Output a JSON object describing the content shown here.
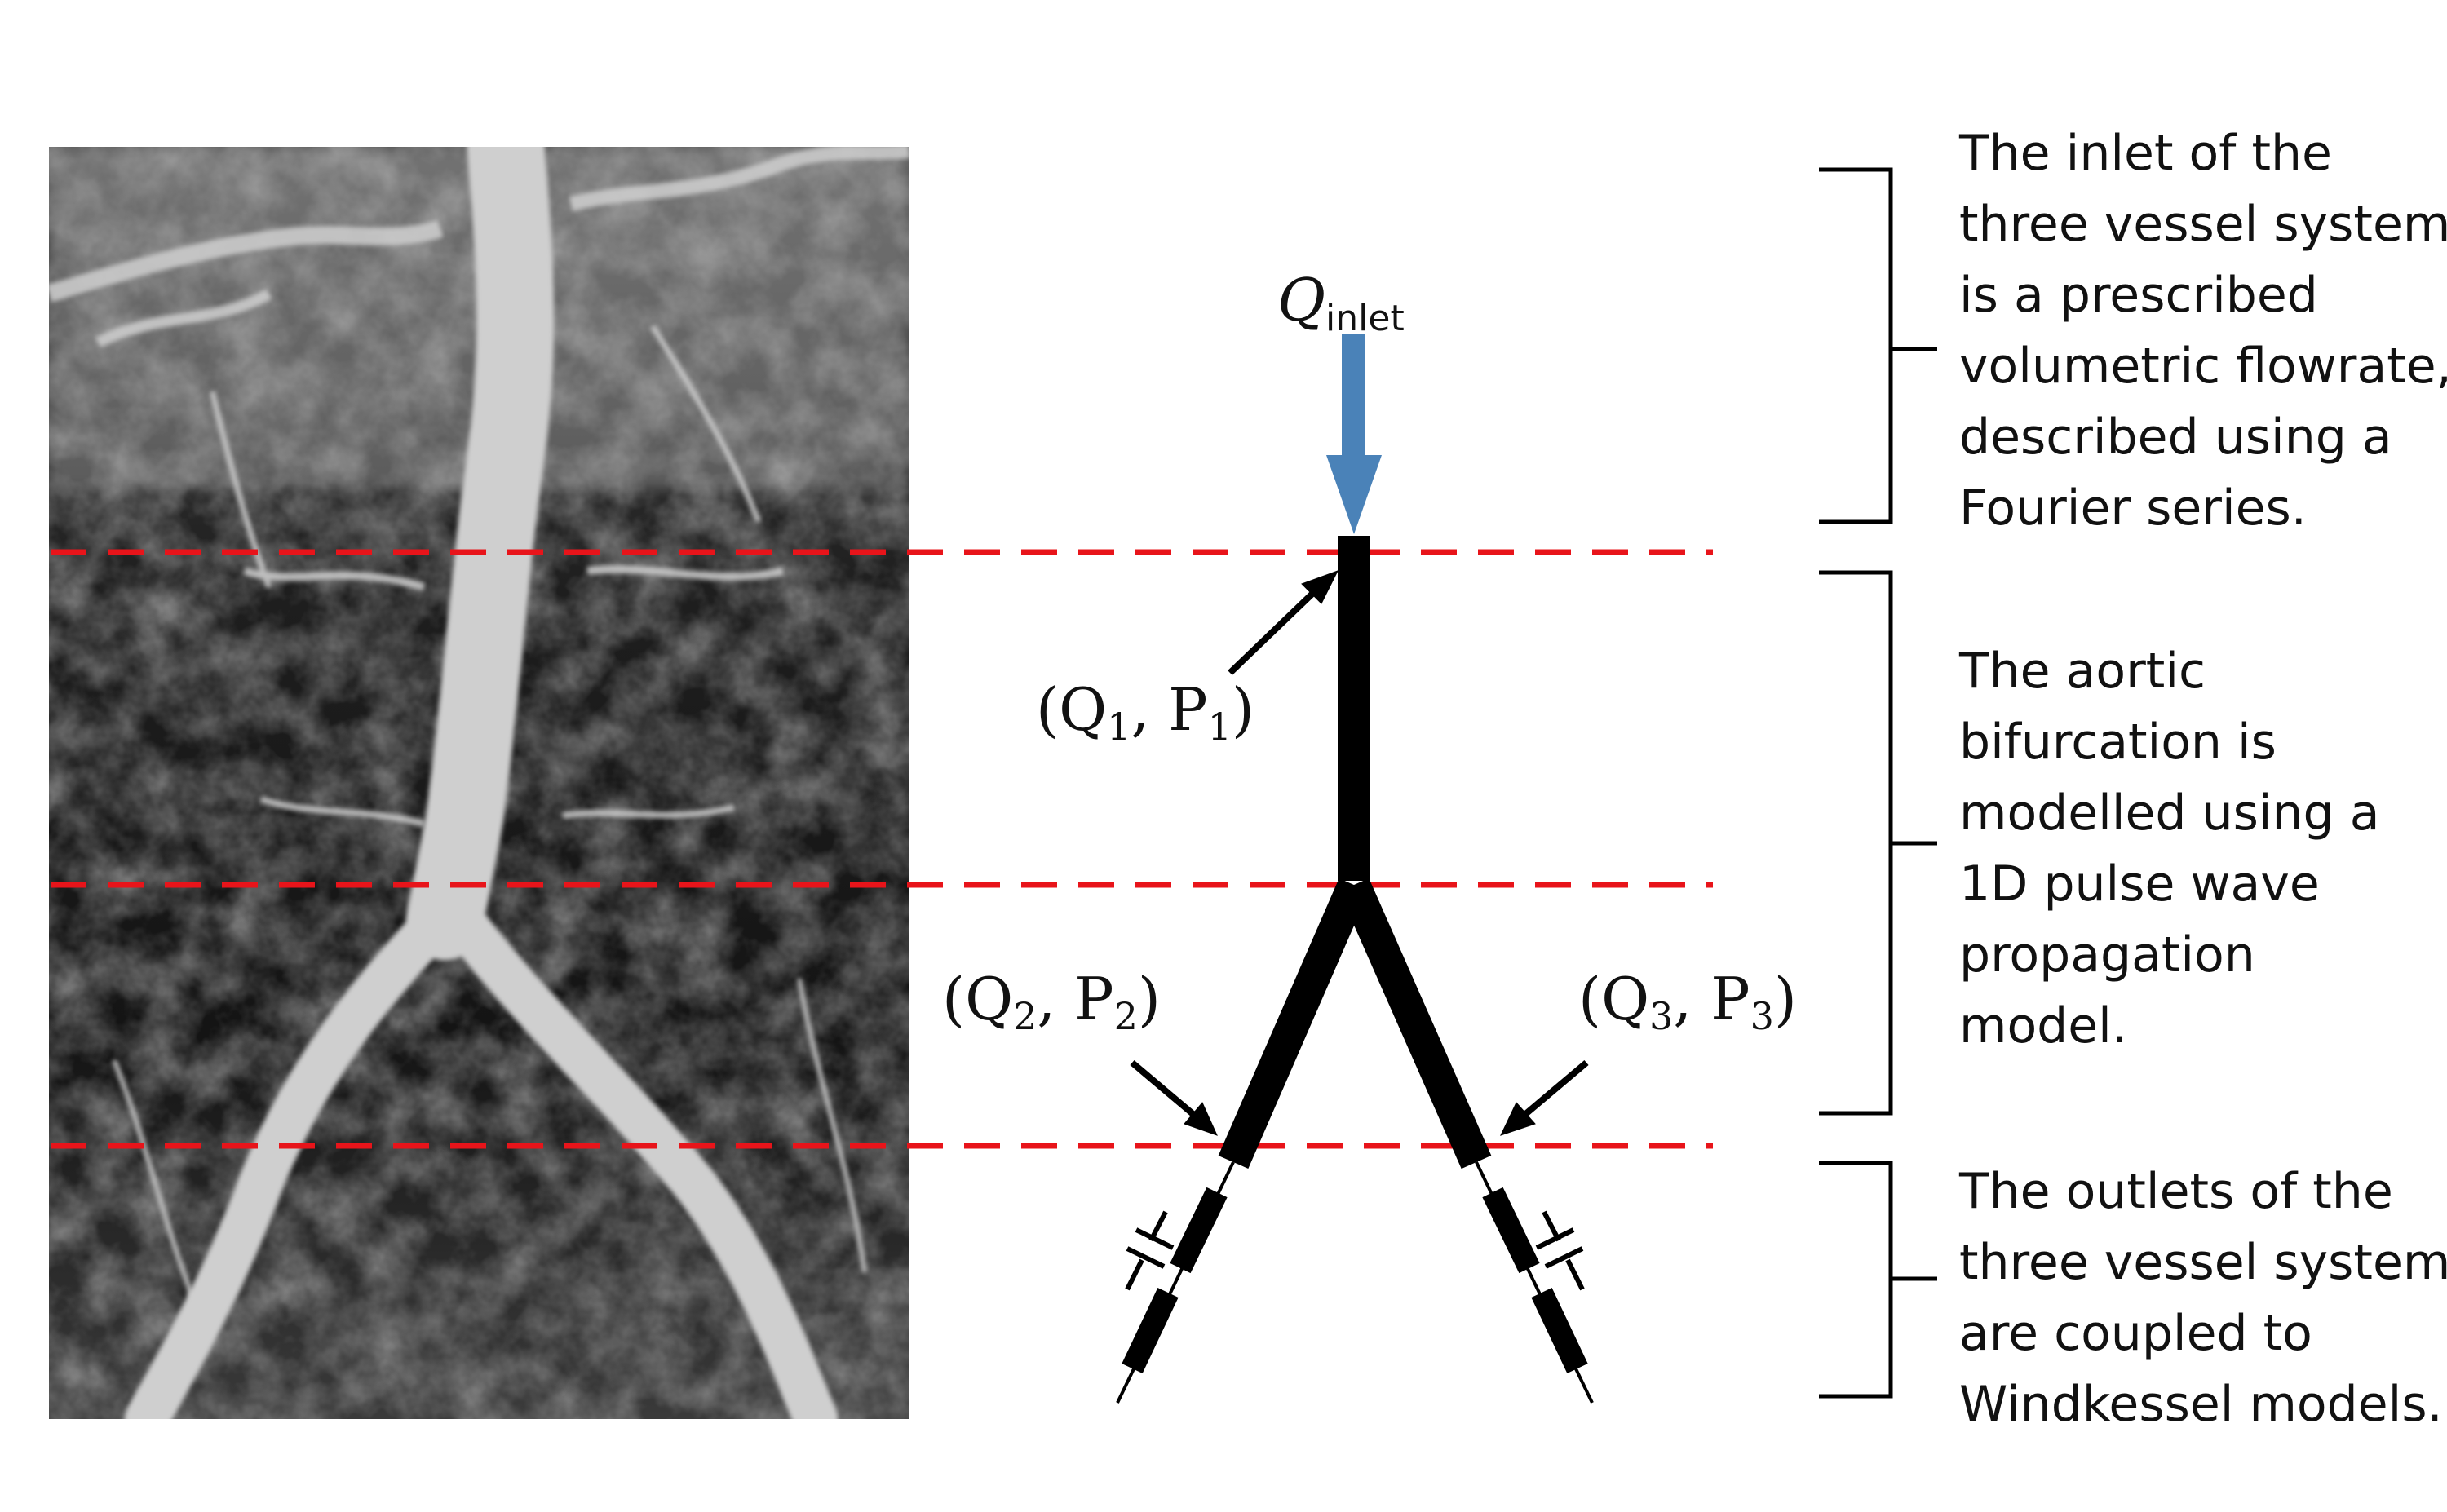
{
  "colors": {
    "inlet_arrow": "#4a82b8",
    "guide_line": "#e8141a",
    "vessel": "#000000",
    "text": "#111111"
  },
  "labels": {
    "inlet_symbol": "Q",
    "inlet_subscript": "inlet",
    "q1": "(Q",
    "q1_sub": "1",
    "q1_sep": ", P",
    "q1_psub": "1",
    "q1_close": ")",
    "q2": "(Q",
    "q2_sub": "2",
    "q2_sep": ", P",
    "q2_psub": "2",
    "q2_close": ")",
    "q3": "(Q",
    "q3_sub": "3",
    "q3_sep": ", P",
    "q3_psub": "3",
    "q3_close": ")"
  },
  "descriptions": {
    "inlet": [
      "The inlet of the",
      "three vessel system",
      "is a prescribed",
      "volumetric flowrate,",
      "described using a",
      "Fourier series."
    ],
    "bifurcation": [
      "The aortic",
      "bifurcation is",
      "modelled using a",
      "1D pulse wave",
      "propagation",
      "model."
    ],
    "outlets": [
      "The outlets of the",
      "three vessel system",
      "are coupled to",
      "Windkessel models."
    ]
  },
  "icons": {
    "angiogram": "aortic-bifurcation-angiogram-image"
  }
}
